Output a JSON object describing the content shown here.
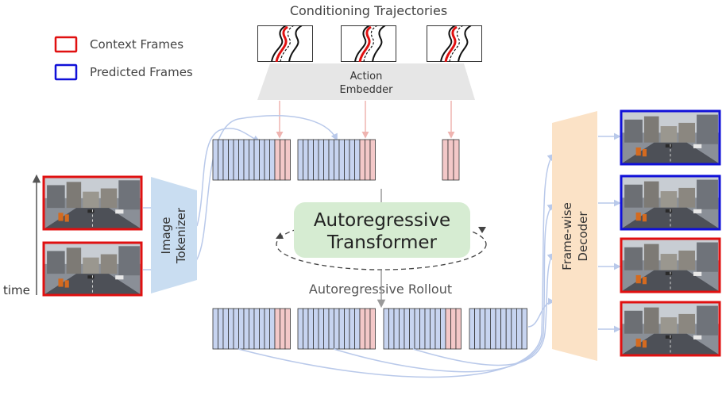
{
  "title": "Conditioning Trajectories",
  "legend": {
    "context": {
      "label": "Context Frames",
      "color": "#e01010"
    },
    "predicted": {
      "label": "Predicted Frames",
      "color": "#1010d8"
    }
  },
  "action_embedder": {
    "line1": "Action",
    "line2": "Embedder"
  },
  "image_tokenizer": {
    "line1": "Image",
    "line2": "Tokenizer"
  },
  "transformer": {
    "line1": "Autoregressive",
    "line2": "Transformer"
  },
  "rollout_label": "Autoregressive Rollout",
  "decoder": {
    "line1": "Frame-wise",
    "line2": "Decoder"
  },
  "time_label": "time",
  "colors": {
    "image_token": "#c7d4f0",
    "action_token": "#f3c8c8",
    "tokenizer": "#c9ddf1",
    "decoder": "#fbe2c6",
    "transformer": "#d6ecd2",
    "embedder": "#e6e6e6",
    "arrow_blue": "#b9c9ea",
    "arrow_red": "#efb4b0"
  },
  "trajectory_icons": [
    "road-trajectory-icon",
    "road-trajectory-icon",
    "road-trajectory-icon"
  ],
  "frame_icons": [
    "street-scene-icon"
  ]
}
